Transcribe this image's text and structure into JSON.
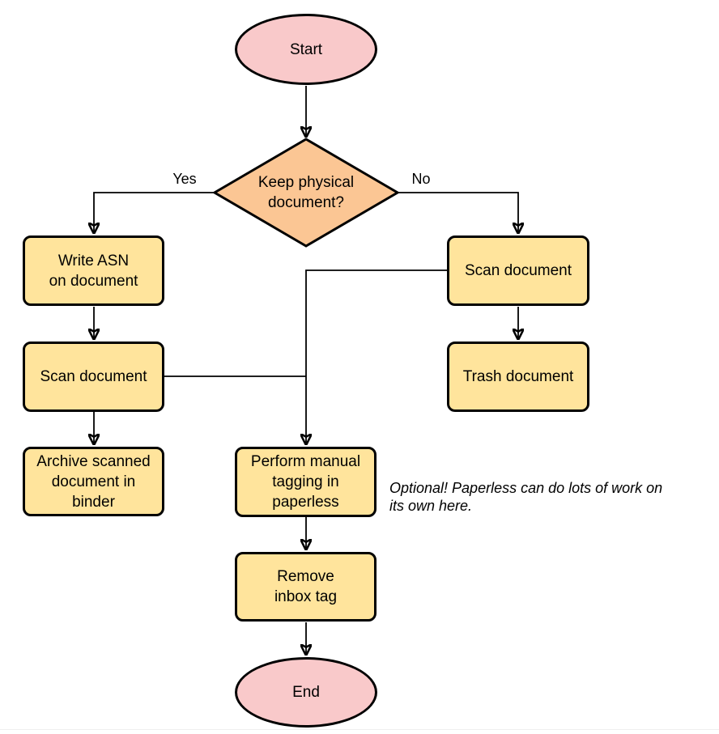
{
  "diagram": {
    "nodes": {
      "start": {
        "label": "Start"
      },
      "decision": {
        "label": "Keep physical\ndocument?"
      },
      "write_asn": {
        "label": "Write ASN\non document"
      },
      "scan_left": {
        "label": "Scan document"
      },
      "archive": {
        "label": "Archive scanned\ndocument in\nbinder"
      },
      "scan_right": {
        "label": "Scan document"
      },
      "trash": {
        "label": "Trash document"
      },
      "tagging": {
        "label": "Perform manual\ntagging in\npaperless"
      },
      "remove_inbox": {
        "label": "Remove\ninbox tag"
      },
      "end": {
        "label": "End"
      }
    },
    "edge_labels": {
      "yes": "Yes",
      "no": "No"
    },
    "annotation": "Optional! Paperless can do lots of work on\nits own here.",
    "colors": {
      "terminal_fill": "#F9C9CA",
      "process_fill": "#FFE49C",
      "decision_fill": "#FBC694",
      "stroke": "#000000"
    }
  }
}
